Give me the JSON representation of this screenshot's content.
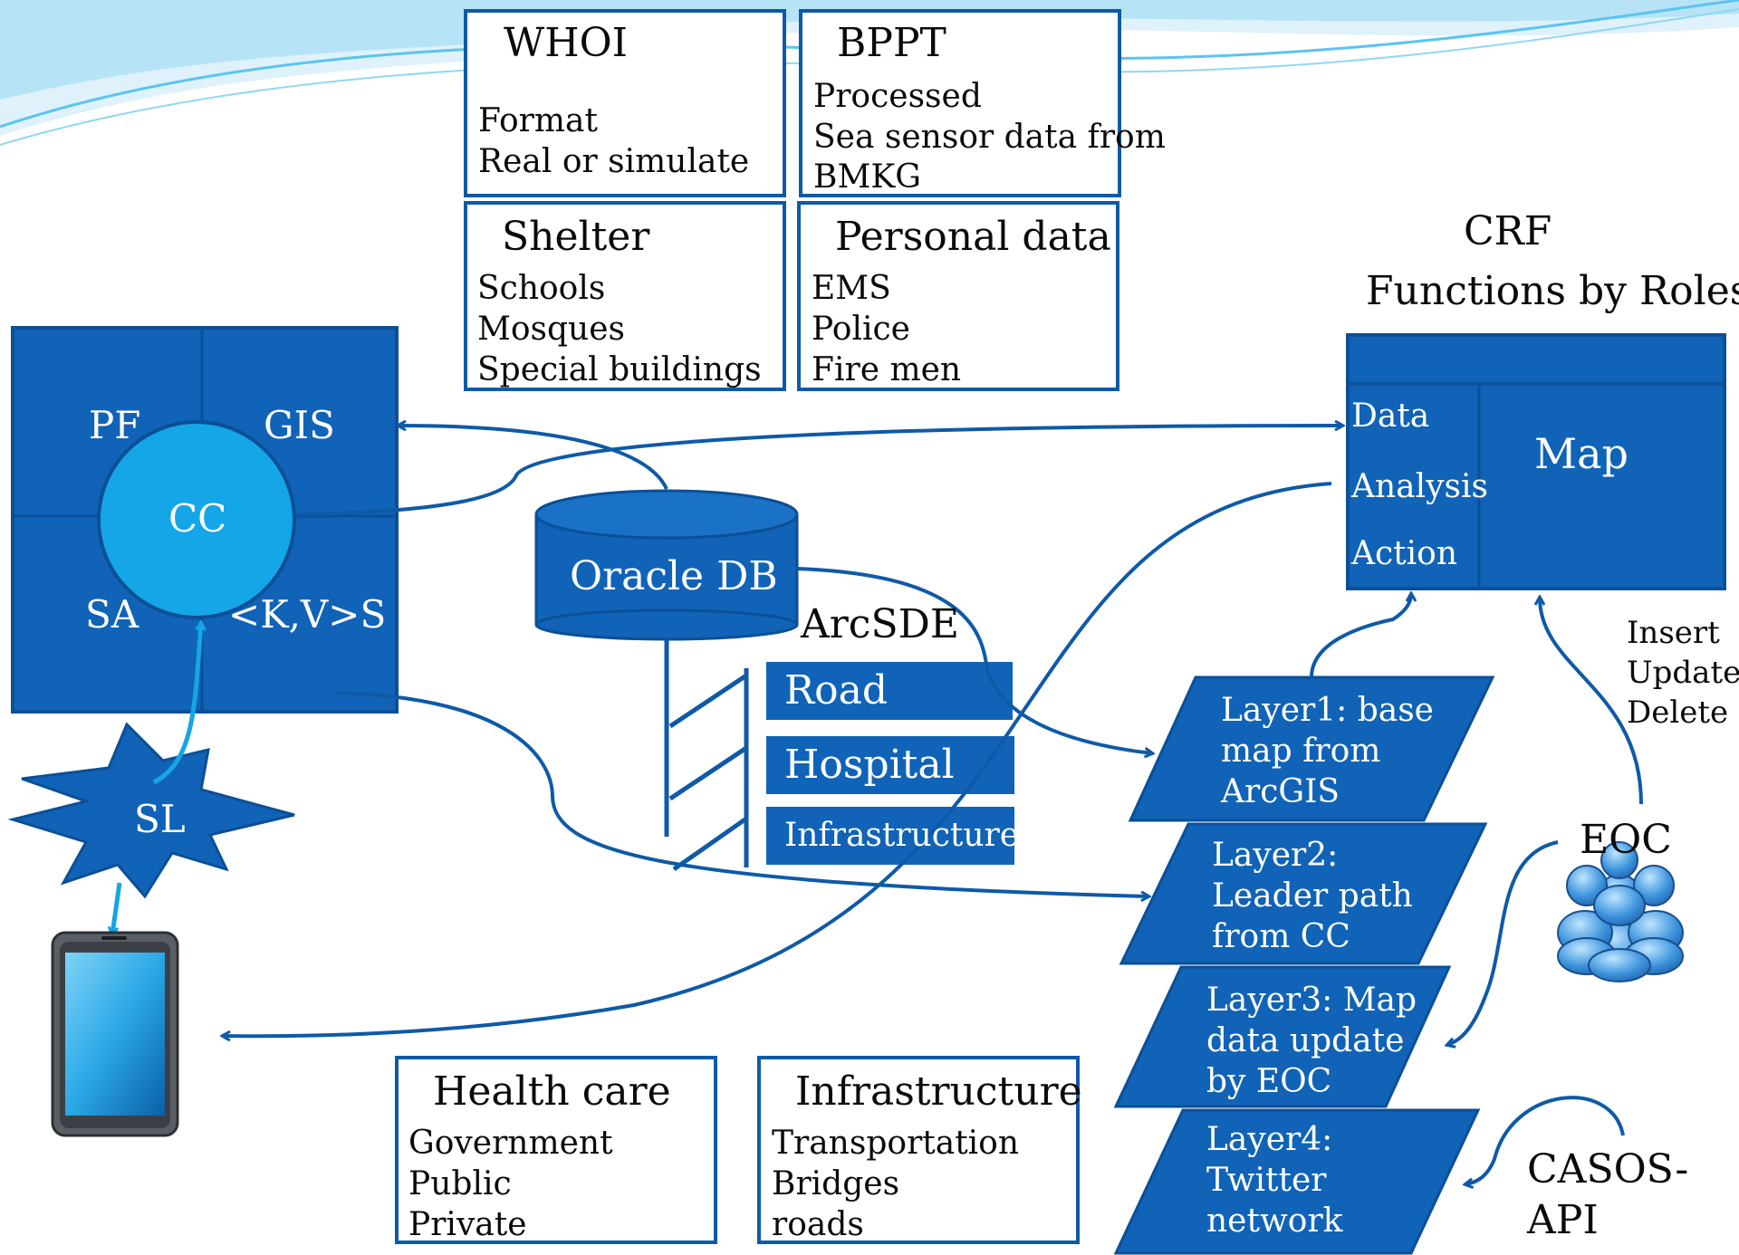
{
  "boxes": {
    "whoi": {
      "title": "WHOI",
      "lines": [
        "Format",
        "Real or simulate"
      ]
    },
    "bppt": {
      "title": "BPPT",
      "lines": [
        "Processed",
        "Sea sensor data from",
        "BMKG"
      ]
    },
    "shelter": {
      "title": "Shelter",
      "lines": [
        "Schools",
        "Mosques",
        "Special buildings"
      ]
    },
    "personal_data": {
      "title": "Personal data",
      "lines": [
        "EMS",
        "Police",
        "Fire men"
      ]
    },
    "health_care": {
      "title": "Health care",
      "lines": [
        "Government",
        "Public",
        "Private"
      ]
    },
    "infrastructure": {
      "title": "Infrastructure",
      "lines": [
        "Transportation",
        "Bridges",
        "roads"
      ]
    }
  },
  "left_block": {
    "pf": "PF",
    "gis": "GIS",
    "cc": "CC",
    "sa": "SA",
    "kvs": "<K,V>S",
    "sl": "SL"
  },
  "database": {
    "label": "Oracle DB",
    "arcsde": "ArcSDE",
    "layers": [
      "Road",
      "Hospital",
      "Infrastructure"
    ]
  },
  "crf": {
    "title": "CRF",
    "subtitle": "Functions by Roles",
    "items": [
      "Data",
      "Analysis",
      "Action"
    ],
    "map": "Map"
  },
  "layers": [
    {
      "lines": [
        "Layer1: base",
        "map from",
        "ArcGIS"
      ]
    },
    {
      "lines": [
        "Layer2:",
        "Leader path",
        "from CC"
      ]
    },
    {
      "lines": [
        "Layer3: Map",
        "data update",
        "by EOC"
      ]
    },
    {
      "lines": [
        "Layer4:",
        "Twitter",
        "network"
      ]
    }
  ],
  "eoc": {
    "label": "EOC",
    "operations": [
      "Insert",
      "Update",
      "Delete"
    ],
    "icon": "people-group-icon"
  },
  "casos": {
    "lines": [
      "CASOS-",
      "API"
    ]
  },
  "colors": {
    "primary_blue": "#1063b7",
    "cc_cyan": "#14a6e6",
    "border_blue": "#0e5aa7"
  }
}
